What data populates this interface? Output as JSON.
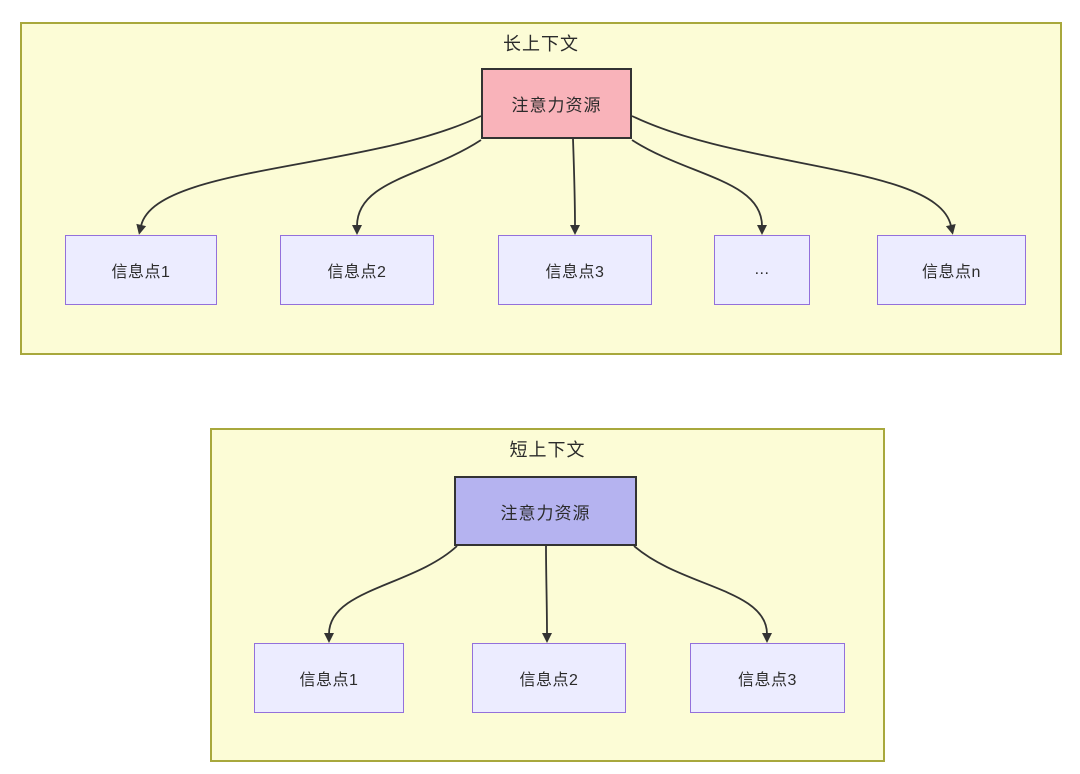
{
  "colors": {
    "panel_bg": "#fcfcd6",
    "panel_border": "#a8a83c",
    "attention_long_fill": "#f9b3ba",
    "attention_short_fill": "#b5b3f0",
    "attention_border": "#333333",
    "node_fill": "#ececff",
    "node_border": "#9370db",
    "arrow": "#333333",
    "ink": "#2b2b2b"
  },
  "panels": [
    {
      "title": "长上下文",
      "attention": "注意力资源",
      "nodes": [
        "信息点1",
        "信息点2",
        "信息点3",
        "...",
        "信息点n"
      ]
    },
    {
      "title": "短上下文",
      "attention": "注意力资源",
      "nodes": [
        "信息点1",
        "信息点2",
        "信息点3"
      ]
    }
  ]
}
